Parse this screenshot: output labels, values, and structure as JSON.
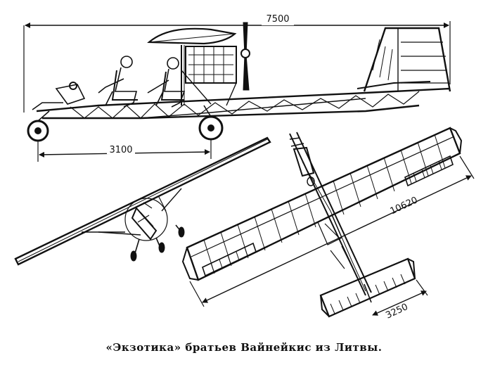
{
  "dimensions": {
    "length": "7500",
    "wheelbase": "3100",
    "wingspan": "10620",
    "tail_span": "3250"
  },
  "caption": "«Экзотика» братьев Вайнейкис из Литвы."
}
